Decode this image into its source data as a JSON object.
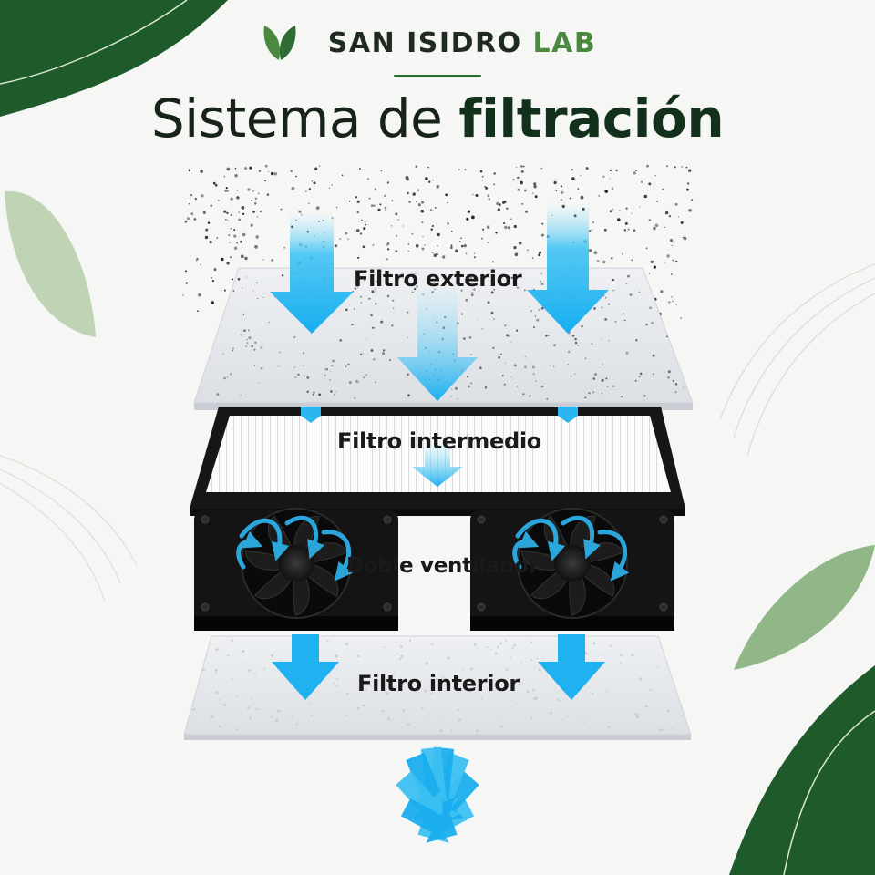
{
  "brand": {
    "name_main": "SAN ISIDRO",
    "name_accent": "LAB",
    "colors": {
      "dark": "#1f2a22",
      "accent": "#4b8a3e",
      "leaf": "#2f6b33"
    }
  },
  "title": {
    "regular": "Sistema de",
    "bold": "filtración"
  },
  "layers": [
    {
      "id": "outer",
      "label": "Filtro exterior"
    },
    {
      "id": "middle",
      "label": "Filtro intermedio"
    },
    {
      "id": "fans",
      "label": "Doble ventilador"
    },
    {
      "id": "inner",
      "label": "Filtro interior"
    }
  ],
  "colors": {
    "airflow": "#1cb3ef",
    "frame": "#161616",
    "filter_felt": "#e6e8ec",
    "deco_green": "#1f5a2a"
  },
  "icons": [
    "leaf-logo-icon",
    "down-arrow-icon",
    "fan-icon",
    "swirl-arrow-icon"
  ]
}
